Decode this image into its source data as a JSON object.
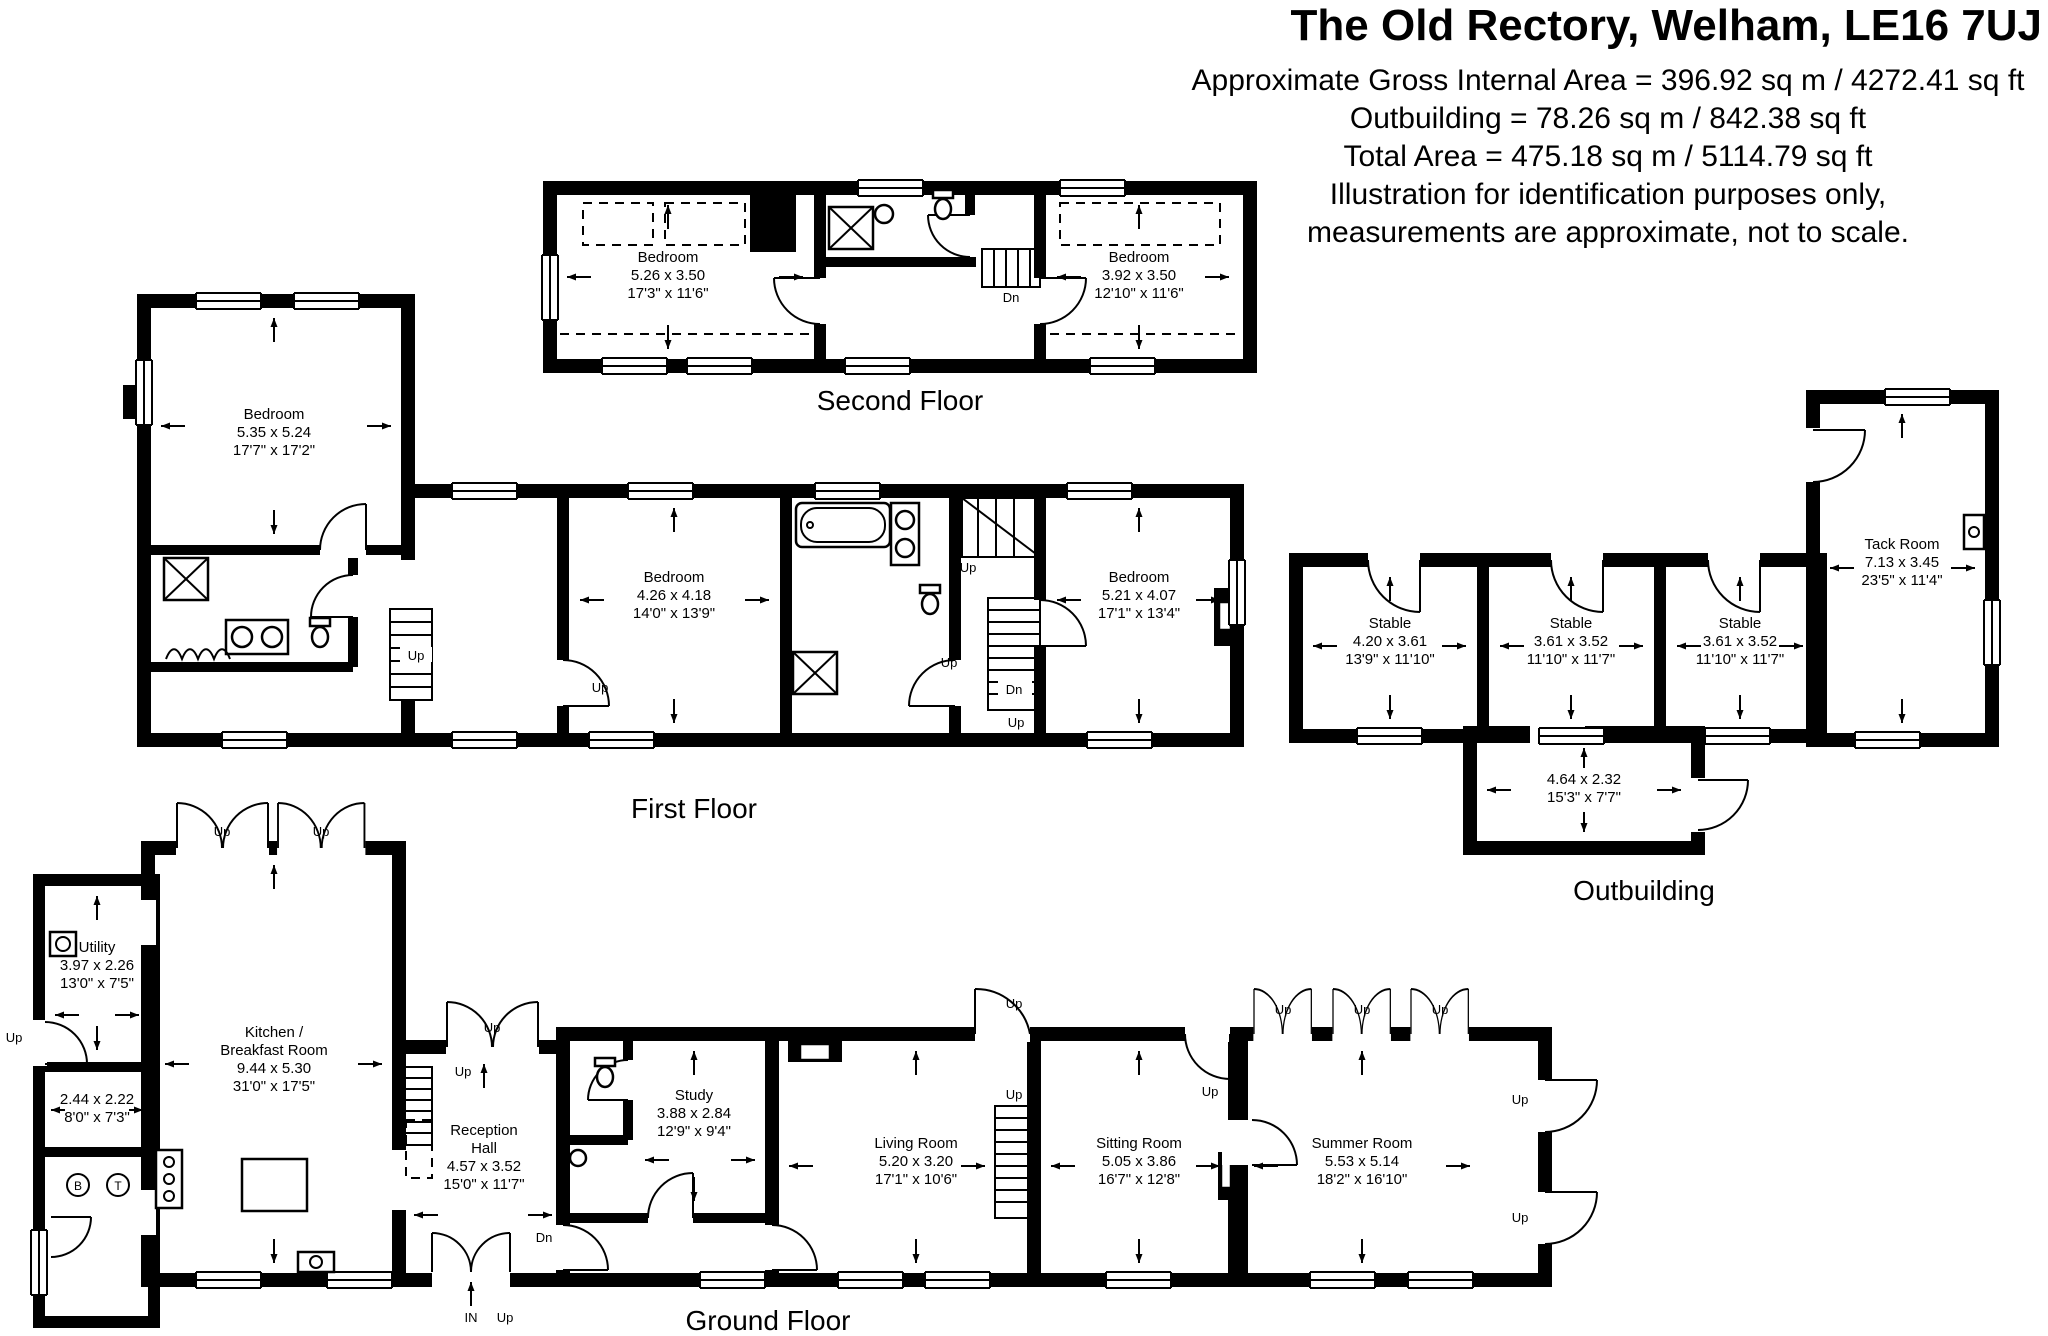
{
  "header": {
    "title": "The Old Rectory, Welham, LE16 7UJ",
    "lines": [
      "Approximate Gross Internal Area = 396.92 sq m / 4272.41 sq ft",
      "Outbuilding = 78.26 sq m / 842.38 sq ft",
      "Total Area = 475.18 sq m / 5114.79 sq ft",
      "Illustration for identification purposes only,",
      "measurements are approximate, not to scale."
    ]
  },
  "floors": {
    "second": "Second Floor",
    "first": "First Floor",
    "outbuilding": "Outbuilding",
    "ground": "Ground Floor"
  },
  "ann": {
    "up": "Up",
    "dn": "Dn",
    "in": "IN",
    "b": "B",
    "t": "T"
  },
  "rooms": {
    "sf_bed_left": {
      "name": "Bedroom",
      "metric": "5.26 x 3.50",
      "imperial": "17'3\" x 11'6\""
    },
    "sf_bed_right": {
      "name": "Bedroom",
      "metric": "3.92 x 3.50",
      "imperial": "12'10\" x 11'6\""
    },
    "ff_bed_main": {
      "name": "Bedroom",
      "metric": "5.35 x 5.24",
      "imperial": "17'7\" x 17'2\""
    },
    "ff_bed_mid": {
      "name": "Bedroom",
      "metric": "4.26 x 4.18",
      "imperial": "14'0\" x 13'9\""
    },
    "ff_bed_right": {
      "name": "Bedroom",
      "metric": "5.21 x 4.07",
      "imperial": "17'1\" x 13'4\""
    },
    "ob_stable_1": {
      "name": "Stable",
      "metric": "4.20 x 3.61",
      "imperial": "13'9\" x 11'10\""
    },
    "ob_stable_2": {
      "name": "Stable",
      "metric": "3.61 x 3.52",
      "imperial": "11'10\" x 11'7\""
    },
    "ob_stable_3": {
      "name": "Stable",
      "metric": "3.61 x 3.52",
      "imperial": "11'10\" x 11'7\""
    },
    "ob_tack": {
      "name": "Tack Room",
      "metric": "7.13 x 3.45",
      "imperial": "23'5\" x 11'4\""
    },
    "ob_store": {
      "metric": "4.64 x 2.32",
      "imperial": "15'3\" x 7'7\""
    },
    "gf_utility": {
      "name": "Utility",
      "metric": "3.97 x 2.26",
      "imperial": "13'0\" x 7'5\""
    },
    "gf_store": {
      "metric": "2.44 x 2.22",
      "imperial": "8'0\" x 7'3\""
    },
    "gf_kitchen": {
      "name1": "Kitchen /",
      "name2": "Breakfast Room",
      "metric": "9.44 x 5.30",
      "imperial": "31'0\" x 17'5\""
    },
    "gf_reception": {
      "name1": "Reception",
      "name2": "Hall",
      "metric": "4.57 x 3.52",
      "imperial": "15'0\" x 11'7\""
    },
    "gf_study": {
      "name": "Study",
      "metric": "3.88 x 2.84",
      "imperial": "12'9\" x 9'4\""
    },
    "gf_living": {
      "name": "Living Room",
      "metric": "5.20 x 3.20",
      "imperial": "17'1\" x 10'6\""
    },
    "gf_sitting": {
      "name": "Sitting Room",
      "metric": "5.05 x 3.86",
      "imperial": "16'7\" x 12'8\""
    },
    "gf_summer": {
      "name": "Summer Room",
      "metric": "5.53 x 5.14",
      "imperial": "18'2\" x 16'10\""
    }
  }
}
